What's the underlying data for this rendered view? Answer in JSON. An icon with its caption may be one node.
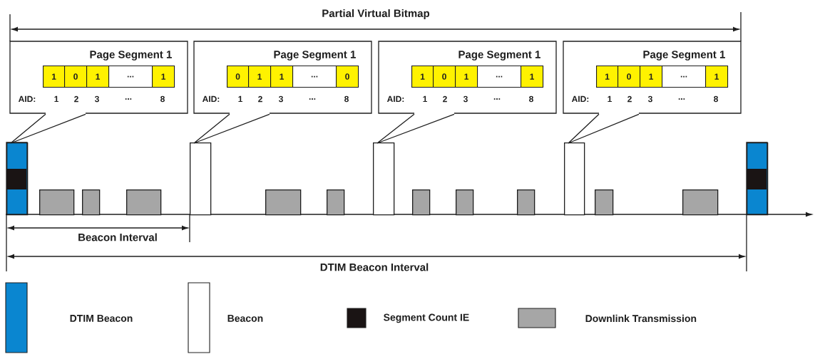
{
  "diagram": {
    "nodes": [
      {
        "text": [
          "Page Segment 1",
          "AID:",
          "1",
          "2",
          "3",
          "...",
          "8"
        ]
      },
      {
        "text": [
          "1"
        ],
        "in": 0
      },
      {
        "text": [
          "0"
        ],
        "in": 0
      },
      {
        "text": [
          "1"
        ],
        "in": 0
      },
      {
        "text": [
          "..."
        ],
        "in": 0
      },
      {
        "text": [
          "1"
        ],
        "in": 0
      },
      {
        "text": [
          "Page Segment 1",
          "AID:",
          "1",
          "2",
          "3",
          "...",
          "8"
        ]
      },
      {
        "text": [
          "0"
        ],
        "in": 6
      },
      {
        "text": [
          "1"
        ],
        "in": 6
      },
      {
        "text": [
          "1"
        ],
        "in": 6
      },
      {
        "text": [
          "..."
        ],
        "in": 6
      },
      {
        "text": [
          "0"
        ],
        "in": 6
      },
      {
        "text": [
          "Page Segment 1",
          "AID:",
          "1",
          "2",
          "3",
          "...",
          "8"
        ]
      },
      {
        "text": [
          "1"
        ],
        "in": 12
      },
      {
        "text": [
          "0"
        ],
        "in": 12
      },
      {
        "text": [
          "1"
        ],
        "in": 12
      },
      {
        "text": [
          "..."
        ],
        "in": 12
      },
      {
        "text": [
          "1"
        ],
        "in": 12
      },
      {
        "text": [
          "Page Segment 1",
          "AID:",
          "1",
          "2",
          "3",
          "...",
          "8"
        ]
      },
      {
        "text": [
          "1"
        ],
        "in": 18
      },
      {
        "text": [
          "0"
        ],
        "in": 18
      },
      {
        "text": [
          "1"
        ],
        "in": 18
      },
      {
        "text": [
          "..."
        ],
        "in": 18
      },
      {
        "text": [
          "1"
        ],
        "in": 18
      },
      {
        "text": [],
        "shape": "bar"
      },
      {
        "text": [],
        "shape": "bar"
      },
      {
        "text": [],
        "shape": "bar"
      },
      {
        "text": [],
        "shape": "bar"
      },
      {
        "text": [],
        "shape": "bar"
      },
      {
        "text": [],
        "shape": "box"
      },
      {
        "text": [],
        "shape": "box"
      },
      {
        "text": [],
        "shape": "box"
      },
      {
        "text": [],
        "shape": "box"
      },
      {
        "text": [],
        "shape": "box"
      },
      {
        "text": [],
        "shape": "box"
      },
      {
        "text": [],
        "shape": "box"
      },
      {
        "text": [],
        "shape": "box"
      },
      {
        "text": [],
        "shape": "box"
      },
      {
        "text": [],
        "shape": "box"
      }
    ],
    "edges": [
      {
        "from": 0,
        "to": 24,
        "arrow": "none"
      },
      {
        "from": 6,
        "to": 25,
        "arrow": "none"
      },
      {
        "from": 12,
        "to": 26,
        "arrow": "none"
      },
      {
        "from": 18,
        "to": 27,
        "arrow": "none"
      }
    ],
    "labels": [
      "Partial Virtual Bitmap",
      "Beacon Interval",
      "DTIM Beacon Interval"
    ],
    "legend": [
      {
        "text": "DTIM Beacon",
        "color": "#0a86d0"
      },
      {
        "text": "Beacon"
      },
      {
        "text": "Segment Count IE",
        "color": "#1a1414"
      },
      {
        "text": "Downlink Transmission",
        "color": "#a6a6a6"
      }
    ]
  }
}
